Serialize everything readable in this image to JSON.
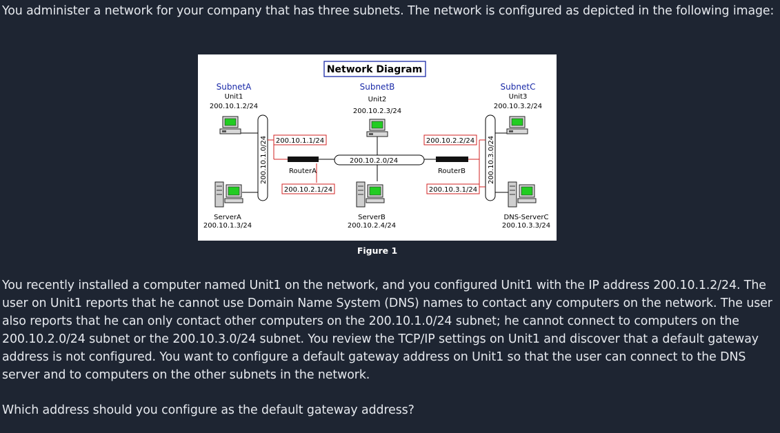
{
  "intro": "You administer a network for your company that has three subnets. The network is configured as depicted in the following image:",
  "diagram": {
    "title": "Network Diagram",
    "caption": "Figure 1",
    "subnet_a": {
      "name": "SubnetA",
      "unit": "Unit1",
      "unit_ip": "200.10.1.2/24",
      "server": "ServerA",
      "server_ip": "200.10.1.3/24",
      "segment": "200.10.1.0/24"
    },
    "subnet_b": {
      "name": "SubnetB",
      "unit": "Unit2",
      "unit_ip": "200.10.2.3/24",
      "server": "ServerB",
      "server_ip": "200.10.2.4/24",
      "segment": "200.10.2.0/24"
    },
    "subnet_c": {
      "name": "SubnetC",
      "unit": "Unit3",
      "unit_ip": "200.10.3.2/24",
      "server": "DNS-ServerC",
      "server_ip": "200.10.3.3/24",
      "segment": "200.10.3.0/24"
    },
    "router_a": {
      "name": "RouterA",
      "if_a": "200.10.1.1/24",
      "if_b": "200.10.2.1/24"
    },
    "router_b": {
      "name": "RouterB",
      "if_b": "200.10.2.2/24",
      "if_c": "200.10.3.1/24"
    }
  },
  "body": "You recently installed a computer named Unit1 on the network, and you configured Unit1 with the IP address 200.10.1.2/24. The user on Unit1 reports that he cannot use Domain Name System (DNS) names to contact any computers on the network. The user also reports that he can only contact other computers on the 200.10.1.0/24 subnet; he cannot connect to computers on the 200.10.2.0/24 subnet or the 200.10.3.0/24 subnet. You review the TCP/IP settings on Unit1 and discover that a default gateway address is not configured. You want to configure a default gateway address on Unit1 so that the user can connect to the DNS server and to computers on the other subnets in the network.",
  "question": "Which address should you configure as the default gateway address?",
  "colors": {
    "background": "#1e2532",
    "text": "#e6e9ee",
    "subnet_label": "#1a2aa8",
    "link_red": "#d02020",
    "screen_green": "#22cc22"
  }
}
